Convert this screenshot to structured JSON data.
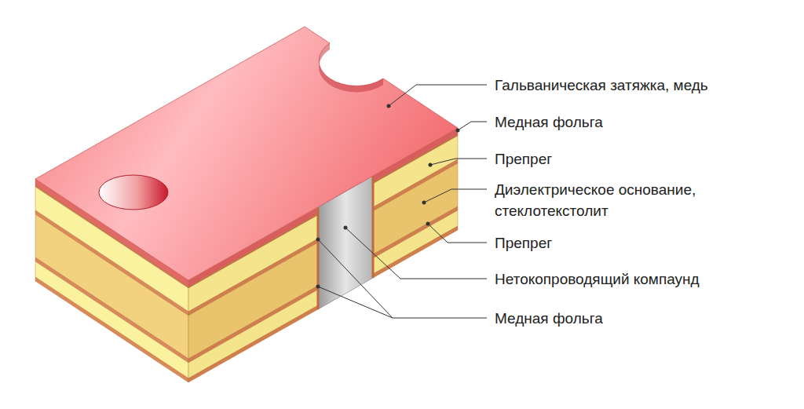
{
  "diagram": {
    "labels": [
      "Гальваническая затяжка, медь",
      "Медная фольга",
      "Препрег",
      "Диэлектрическое основание, стеклотекстолит",
      "Препрег",
      "Нетокопроводящий компаунд",
      "Медная фольга"
    ]
  }
}
